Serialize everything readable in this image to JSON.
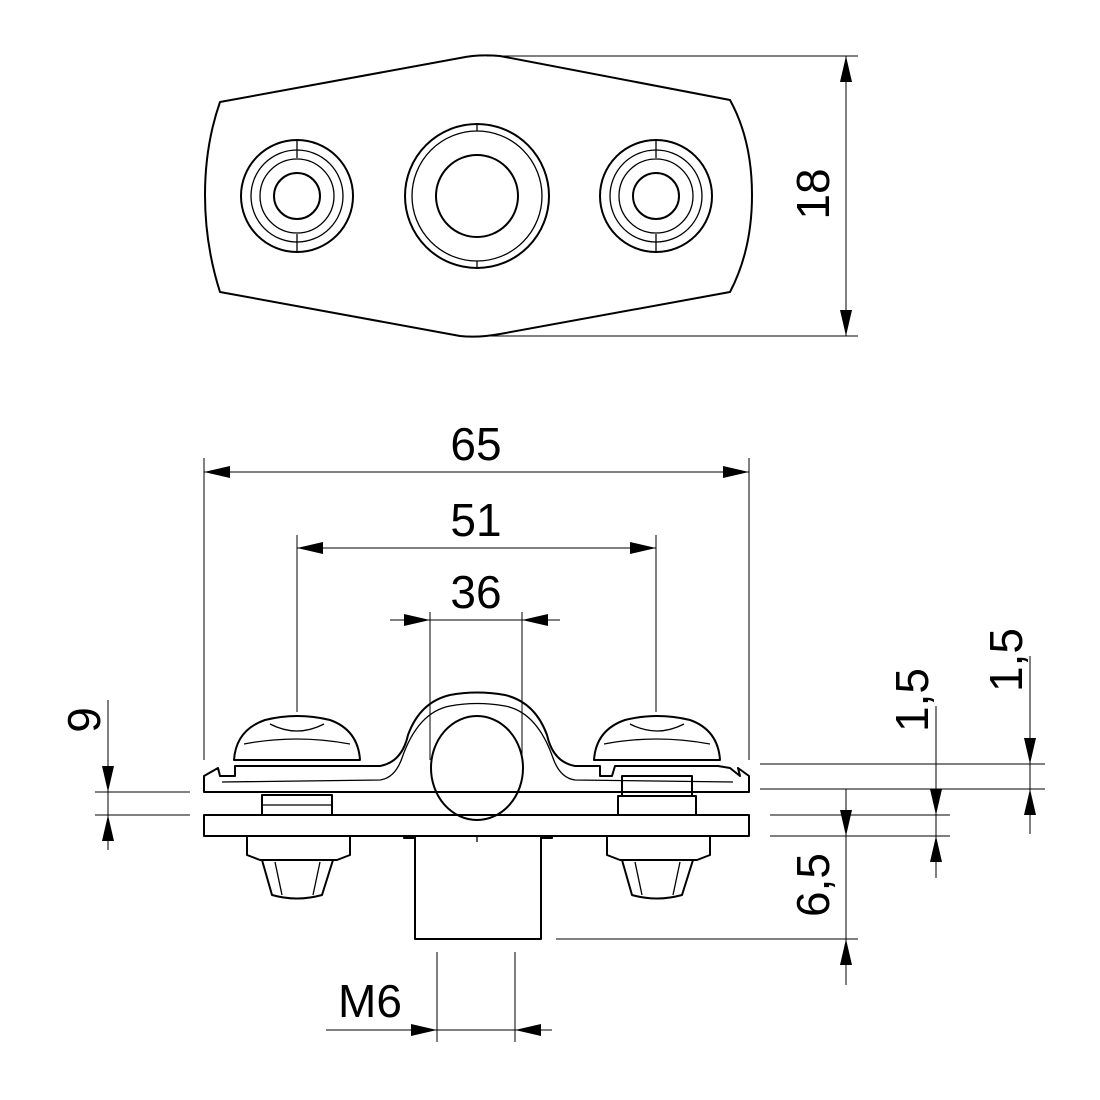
{
  "dimensions": {
    "height_top": "18",
    "overall_width": "65",
    "hole_spacing": "51",
    "pipe_diameter": "36",
    "base_thickness": "9",
    "clip_thickness": "1,5",
    "base_strip_thickness": "1,5",
    "boss_height": "6,5",
    "thread": "M6"
  }
}
